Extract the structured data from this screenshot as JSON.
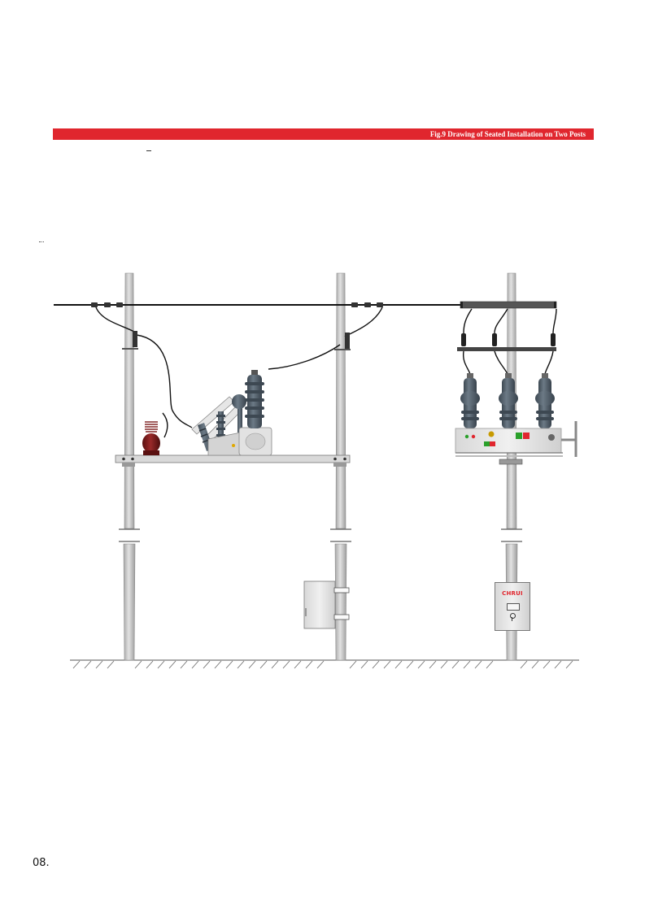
{
  "figure": {
    "caption": "Fig.9 Drawing of Seated Installation on Two Posts"
  },
  "control_box": {
    "brand": "CHRUI"
  },
  "page": {
    "number": "08."
  },
  "colors": {
    "accent_red": "#e0262e",
    "pole_gray": "#c8c8c8",
    "insulator_slate": "#4f5c68",
    "pt_brown": "#7a1a1a",
    "line_black": "#111111"
  }
}
